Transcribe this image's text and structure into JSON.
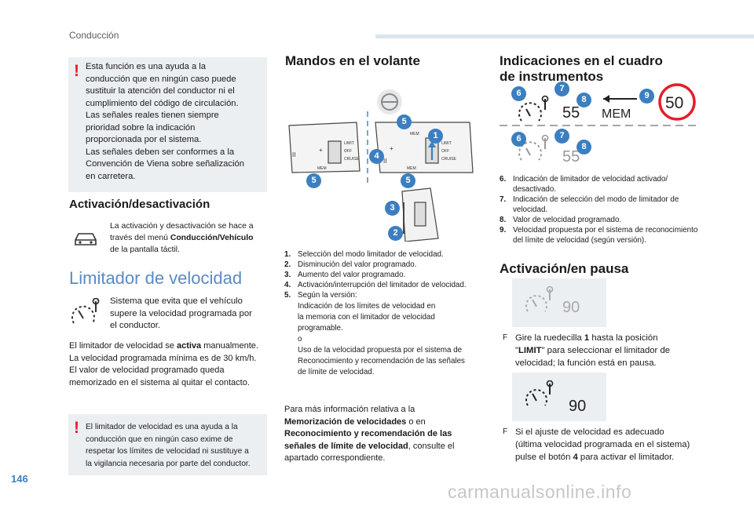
{
  "header": {
    "section": "Conducción",
    "page_number": "146"
  },
  "watermark": "carmanualsonline.info",
  "warning_top": {
    "mark": "!",
    "lines": [
      "Esta función es una ayuda a la",
      "conducción que en ningún caso puede",
      "sustituir la atención del conductor ni el",
      "cumplimiento del código de circulación.",
      "Las señales reales tienen siempre",
      "prioridad sobre la indicación",
      "proporcionada por el sistema.",
      "Las señales deben ser conformes a la",
      "Convención de Viena sobre señalización",
      "en carretera."
    ]
  },
  "activation": {
    "title": "Activación/desactivación",
    "line1": "La activación y desactivación se hace a",
    "line2_pre": "través del menú ",
    "line2_bold": "Conducción",
    "line2_sep": "/",
    "line2_bold2": "Vehículo",
    "line3": "de la pantalla táctil."
  },
  "limiter": {
    "title": "Limitador de velocidad",
    "desc": [
      "Sistema que evita que el vehículo",
      "supere la velocidad programada por",
      "el conductor."
    ],
    "p1_pre": "El limitador de velocidad se ",
    "p1_bold": "activa",
    "p1_post": " manualmente.",
    "p2": "La velocidad programada mínima es de 30 km/h.",
    "p3": "El valor de velocidad programado queda",
    "p4": "memorizado en el sistema al quitar el contacto."
  },
  "warning_bottom": {
    "mark": "!",
    "lines": [
      "El limitador de velocidad es una ayuda a la",
      "conducción que en ningún caso exime de",
      "respetar los límites de velocidad ni sustituye a",
      "la vigilancia necesaria por parte del conductor."
    ]
  },
  "steering": {
    "title": "Mandos en el volante",
    "diagram_labels": {
      "mem": "MEM",
      "limit": "LIMIT",
      "off": "OFF",
      "cruise": "CRUISE",
      "plus": "+",
      "minus": "–",
      "pause": "II"
    },
    "badges": [
      "5",
      "1",
      "4",
      "5",
      "5",
      "3",
      "2"
    ],
    "items": [
      {
        "n": "1.",
        "lines": [
          "Selección del modo limitador de velocidad."
        ]
      },
      {
        "n": "2.",
        "lines": [
          "Disminución del valor programado."
        ]
      },
      {
        "n": "3.",
        "lines": [
          "Aumento del valor programado."
        ]
      },
      {
        "n": "4.",
        "lines": [
          "Activación/interrupción del limitador de velocidad."
        ]
      },
      {
        "n": "5.",
        "lines": [
          "Según la versión:",
          "Indicación de los límites de velocidad en",
          "la memoria con el limitador de velocidad",
          "programable.",
          "o",
          "Uso de la velocidad propuesta por el sistema de",
          "Reconocimiento y recomendación de las señales",
          "de límite de velocidad."
        ]
      }
    ],
    "more_info": {
      "l1": "Para más información relativa a la",
      "l2_bold": "Memorización de velocidades",
      "l2_post": " o en",
      "l3_bold": "Reconocimiento y recomendación de las",
      "l4_bold": "señales de límite de velocidad",
      "l4_post": ", consulte el",
      "l5": "apartado correspondiente."
    }
  },
  "cluster": {
    "title_line1": "Indicaciones en el cuadro",
    "title_line2": "de instrumentos",
    "speed_active": "55",
    "mem_label": "MEM",
    "sign_value": "50",
    "speed_inactive": "55",
    "badges": {
      "b6": "6",
      "b7": "7",
      "b8": "8",
      "b9": "9"
    },
    "items": [
      {
        "n": "6.",
        "lines": [
          "Indicación de limitador de velocidad activado/",
          "desactivado."
        ]
      },
      {
        "n": "7.",
        "lines": [
          "Indicación de selección del modo de limitador de",
          "velocidad."
        ]
      },
      {
        "n": "8.",
        "lines": [
          "Valor de velocidad programado."
        ]
      },
      {
        "n": "9.",
        "lines": [
          "Velocidad propuesta por el sistema de reconocimiento",
          "del límite de velocidad (según versión)."
        ]
      }
    ]
  },
  "pause": {
    "title": "Activación/en pausa",
    "panel1_value": "90",
    "panel2_value": "90",
    "bullet_glyph": "F",
    "b1": {
      "pre": "Gire la ruedecilla ",
      "bold1": "1",
      "mid": " hasta la posición",
      "q1": "\"",
      "bold2": "LIMIT",
      "q2": "\" para seleccionar el limitador de",
      "l3": "velocidad; la función está en pausa."
    },
    "b2": {
      "l1": "Si el ajuste de velocidad es adecuado",
      "l2": "(última velocidad programada en el sistema)",
      "l3_pre": "pulse el botón ",
      "l3_bold": "4",
      "l3_post": " para activar el limitador."
    }
  }
}
